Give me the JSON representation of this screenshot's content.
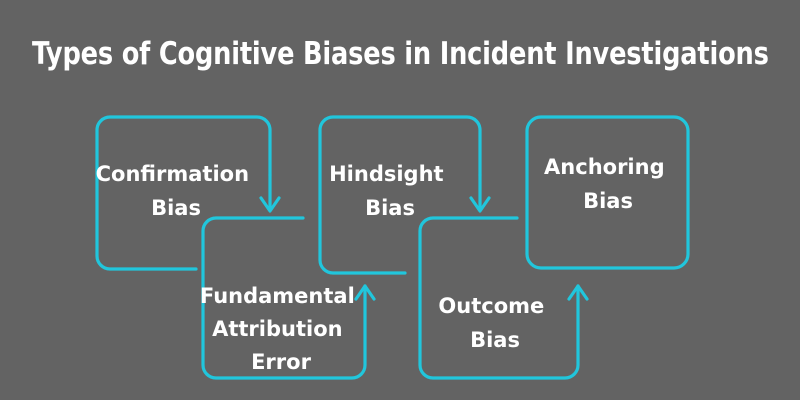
{
  "title": "Types of Cognitive Biases in Incident Investigations",
  "colors": {
    "background": "#636363",
    "accent": "#21c6dc",
    "text": "#ffffff"
  },
  "diagram": {
    "type": "flowchart",
    "orientation": "left-to-right-zigzag",
    "nodes": [
      {
        "id": "confirmation-bias",
        "lines": [
          "Confirmation",
          "Bias"
        ],
        "row": "top"
      },
      {
        "id": "fundamental-attribution-error",
        "lines": [
          "Fundamental",
          "Attribution",
          "Error"
        ],
        "row": "bottom"
      },
      {
        "id": "hindsight-bias",
        "lines": [
          "Hindsight",
          "Bias"
        ],
        "row": "top"
      },
      {
        "id": "outcome-bias",
        "lines": [
          "Outcome",
          "Bias"
        ],
        "row": "bottom"
      },
      {
        "id": "anchoring-bias",
        "lines": [
          "Anchoring",
          "Bias"
        ],
        "row": "top"
      }
    ],
    "connections": [
      {
        "from": "confirmation-bias",
        "to": "fundamental-attribution-error",
        "direction": "down"
      },
      {
        "from": "fundamental-attribution-error",
        "to": "hindsight-bias",
        "direction": "up"
      },
      {
        "from": "hindsight-bias",
        "to": "outcome-bias",
        "direction": "down"
      },
      {
        "from": "outcome-bias",
        "to": "anchoring-bias",
        "direction": "up"
      }
    ]
  }
}
